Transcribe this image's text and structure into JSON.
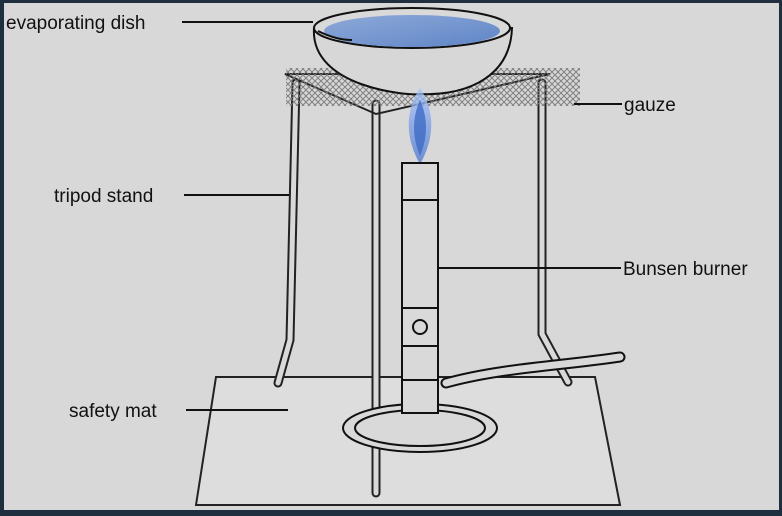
{
  "labels": {
    "evaporating_dish": "evaporating dish",
    "gauze": "gauze",
    "tripod_stand": "tripod stand",
    "bunsen_burner": "Bunsen burner",
    "safety_mat": "safety mat"
  },
  "colors": {
    "frame": "#1f2f3f",
    "background": "#d8d8d8",
    "flame_outer": "#7fa8ea",
    "flame_inner": "#4d7bd4",
    "water": "#8fb3e6"
  }
}
